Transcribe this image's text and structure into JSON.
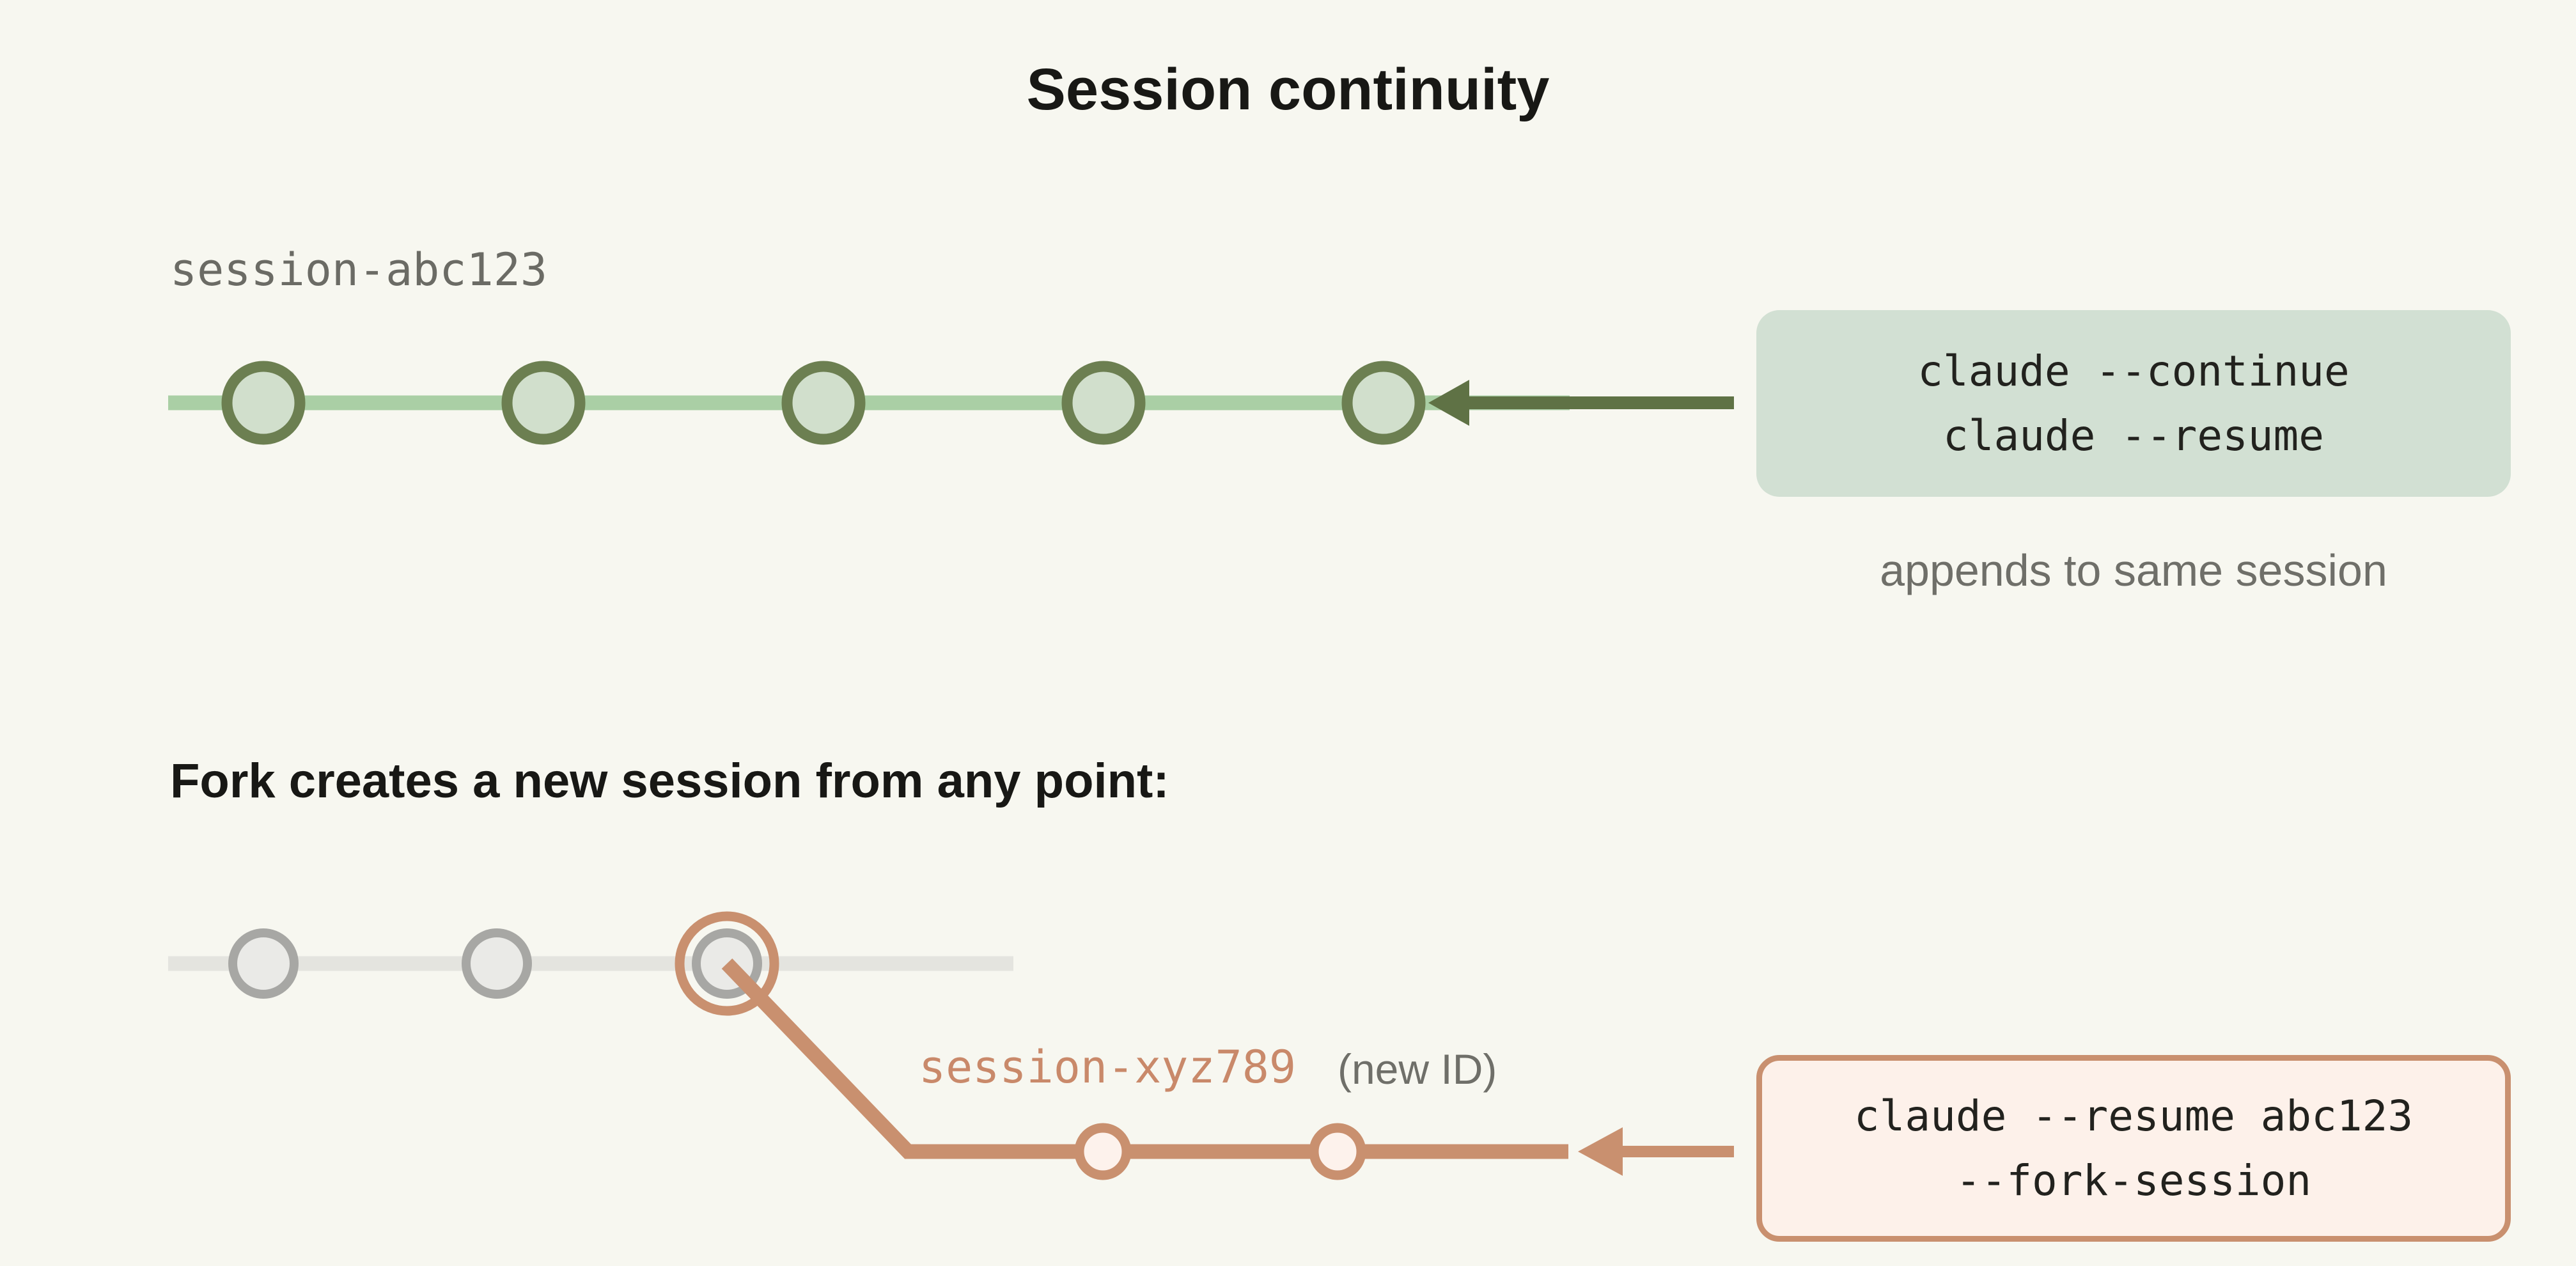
{
  "title": "Session continuity",
  "continue_section": {
    "session_label": "session-abc123",
    "node_count": 5,
    "command_box": {
      "lines": [
        "claude --continue",
        "claude --resume"
      ]
    },
    "caption": "appends to same session"
  },
  "fork_section": {
    "heading": "Fork creates a new session from any point:",
    "original_node_count": 3,
    "fork_point_node": 3,
    "branch_label": "session-xyz789",
    "branch_note": "(new ID)",
    "branch_node_count": 2,
    "command_box": {
      "lines": [
        "claude --resume abc123",
        "--fork-session"
      ]
    }
  },
  "colors": {
    "background": "#f7f7f0",
    "title_text": "#181815",
    "muted_gray_text": "#6f6f69",
    "green_timeline": "#aacfa5",
    "green_node_border": "#6c7f51",
    "green_node_fill": "#d1dfcc",
    "green_box_fill": "#d2e0d3",
    "dark_green_arrow": "#5f7245",
    "gray_timeline": "#e4e4df",
    "gray_node_border": "#a7a7a4",
    "gray_node_fill": "#eaeae7",
    "fork_orange": "#c9906f",
    "fork_node_fill": "#fdf2ec",
    "orange_box_fill": "#fdf1ea",
    "command_text": "#22221e"
  }
}
